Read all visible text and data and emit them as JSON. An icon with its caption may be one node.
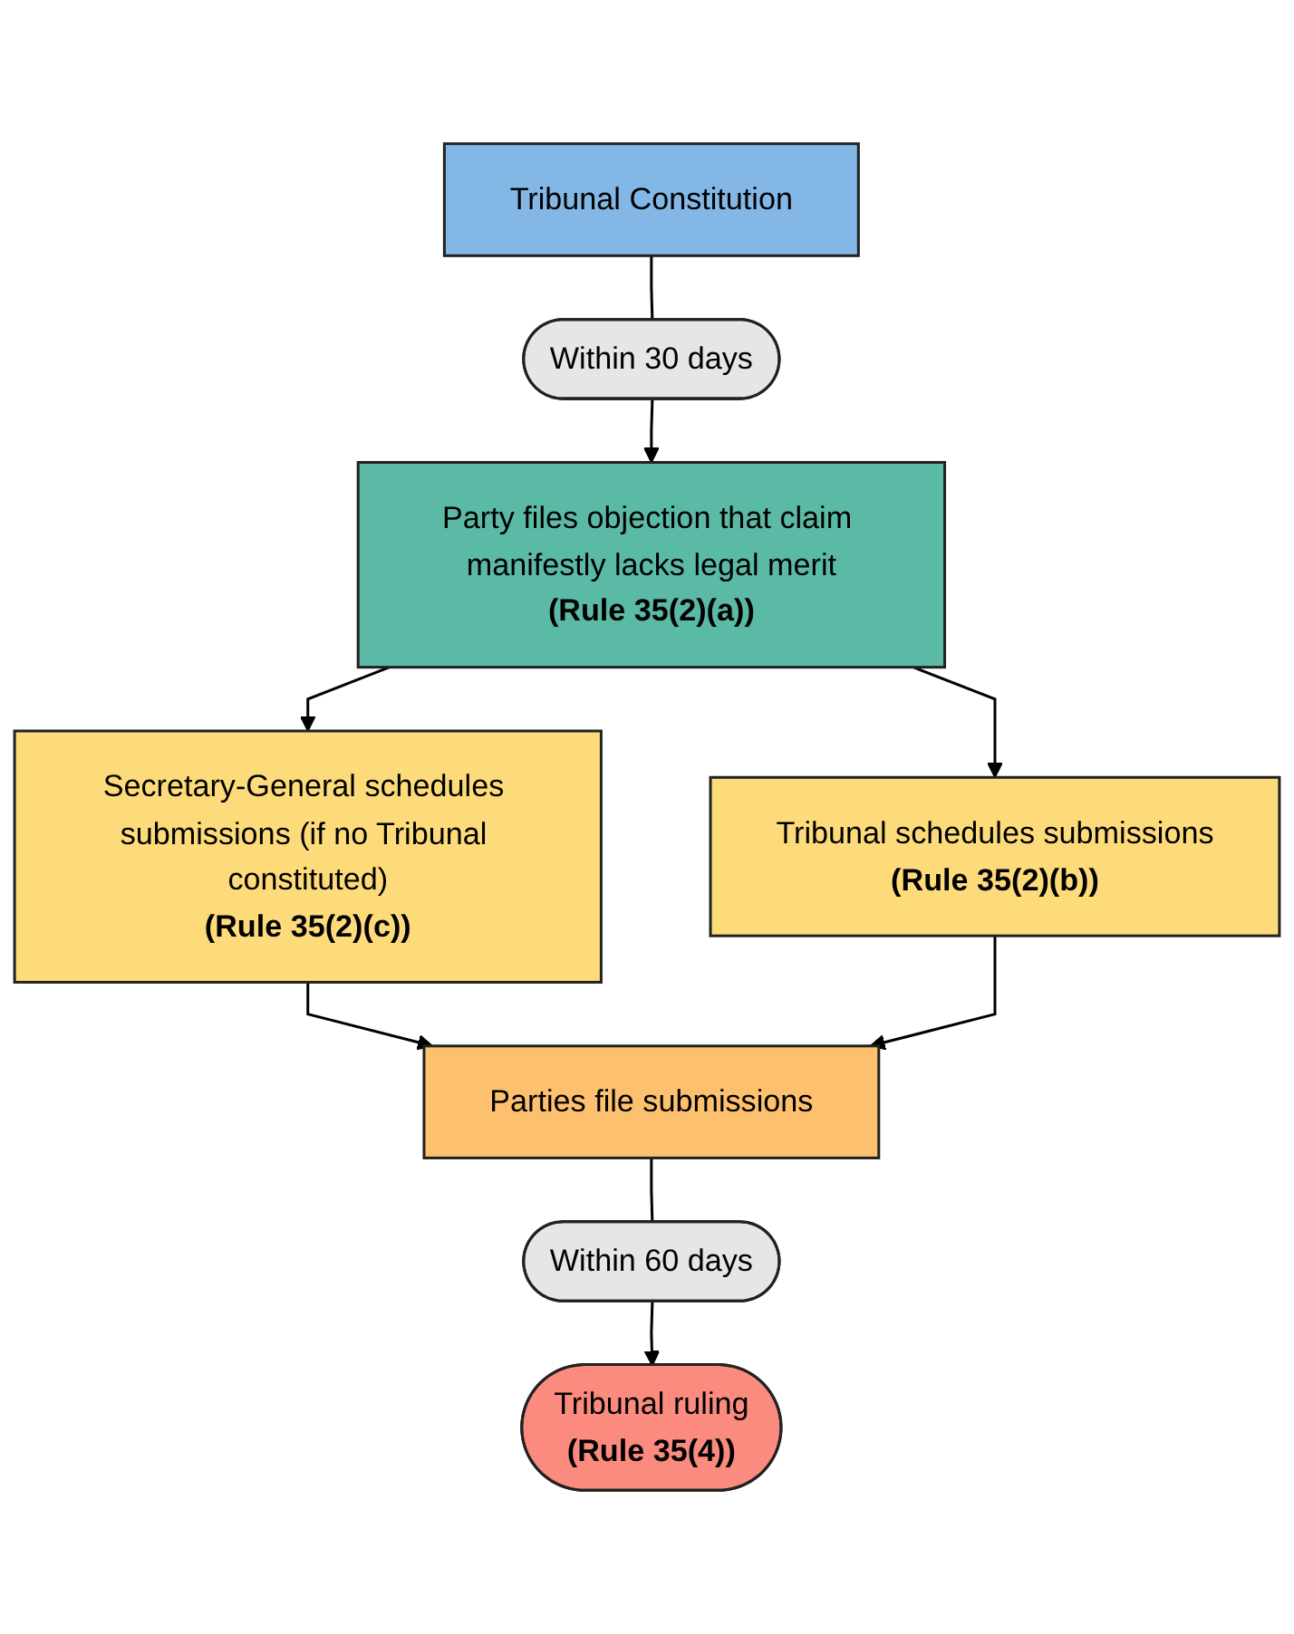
{
  "diagram": {
    "nodes": [
      {
        "text": [
          "Tribunal Constitution"
        ]
      },
      {
        "text": [
          "Within 30 days"
        ]
      },
      {
        "text": [
          "Party files objection that claim manifestly lacks legal merit",
          "(Rule 35(2)(a))"
        ]
      },
      {
        "text": [
          "Secretary-General schedules submissions (if no Tribunal constituted)",
          "(Rule 35(2)(c))"
        ]
      },
      {
        "text": [
          "Tribunal schedules submissions",
          "(Rule 35(2)(b))"
        ]
      },
      {
        "text": [
          "Parties file submissions"
        ]
      },
      {
        "text": [
          "Within 60 days"
        ]
      },
      {
        "text": [
          "Tribunal ruling",
          "(Rule 35(4))"
        ]
      }
    ],
    "edges": [
      {
        "from": 0,
        "to": 1,
        "arrow": "none"
      },
      {
        "from": 1,
        "to": 2,
        "arrow": "to"
      },
      {
        "from": 2,
        "to": 3,
        "arrow": "to"
      },
      {
        "from": 2,
        "to": 4,
        "arrow": "to"
      },
      {
        "from": 3,
        "to": 5,
        "arrow": "to"
      },
      {
        "from": 4,
        "to": 5,
        "arrow": "to"
      },
      {
        "from": 5,
        "to": 6,
        "arrow": "none"
      },
      {
        "from": 6,
        "to": 7,
        "arrow": "to"
      }
    ]
  }
}
